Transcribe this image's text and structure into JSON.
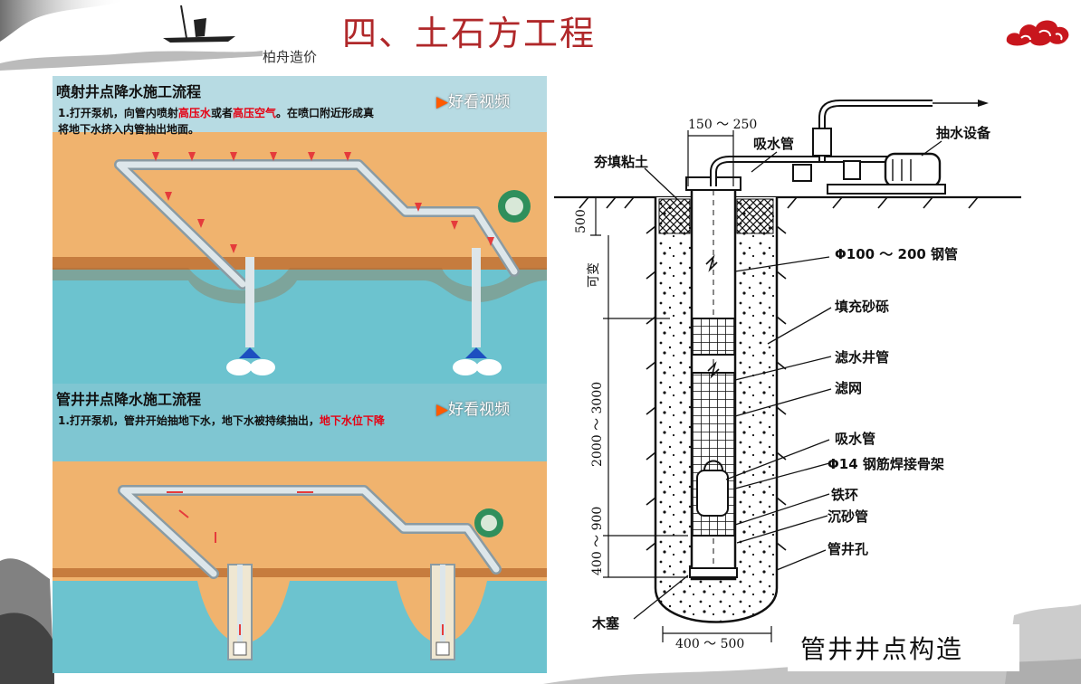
{
  "slide": {
    "title": "四、土石方工程",
    "brand": "柏舟造价"
  },
  "panel_jet": {
    "title": "喷射井点降水施工流程",
    "step_prefix": "1.打开泵机，向管内喷射",
    "highlight_1": "高压水",
    "step_mid": "或者",
    "highlight_2": "高压空气",
    "step_suffix": "。在喷口附近形成真",
    "step_line2": "将地下水挤入内管抽出地面。",
    "watermark": "好看视频"
  },
  "panel_tube": {
    "title": "管井井点降水施工流程",
    "step_prefix": "1.打开泵机，管井开始抽地下水，地下水被持续抽出，",
    "highlight": "地下水位下降",
    "watermark": "好看视频"
  },
  "diagram": {
    "title": "管井井点构造",
    "labels": {
      "clay": "夯填粘土",
      "suction_top": "吸水管",
      "pump": "抽水设备",
      "steel_pipe": "Φ100 ～ 200 钢管",
      "gravel": "填充砂砾",
      "filter_pipe": "滤水井管",
      "filter_mesh": "滤网",
      "suction_pipe": "吸水管",
      "rebar": "Φ14 钢筋焊接骨架",
      "iron_ring": "铁环",
      "sand_pipe": "沉砂管",
      "well_hole": "管井孔",
      "plug": "木塞"
    },
    "dims": {
      "top": "150 ～ 250",
      "d500": "500",
      "variable": "可变",
      "d2000": "2000 ～ 3000",
      "d400": "400 ～ 900",
      "bottom": "400 ～ 500"
    }
  }
}
